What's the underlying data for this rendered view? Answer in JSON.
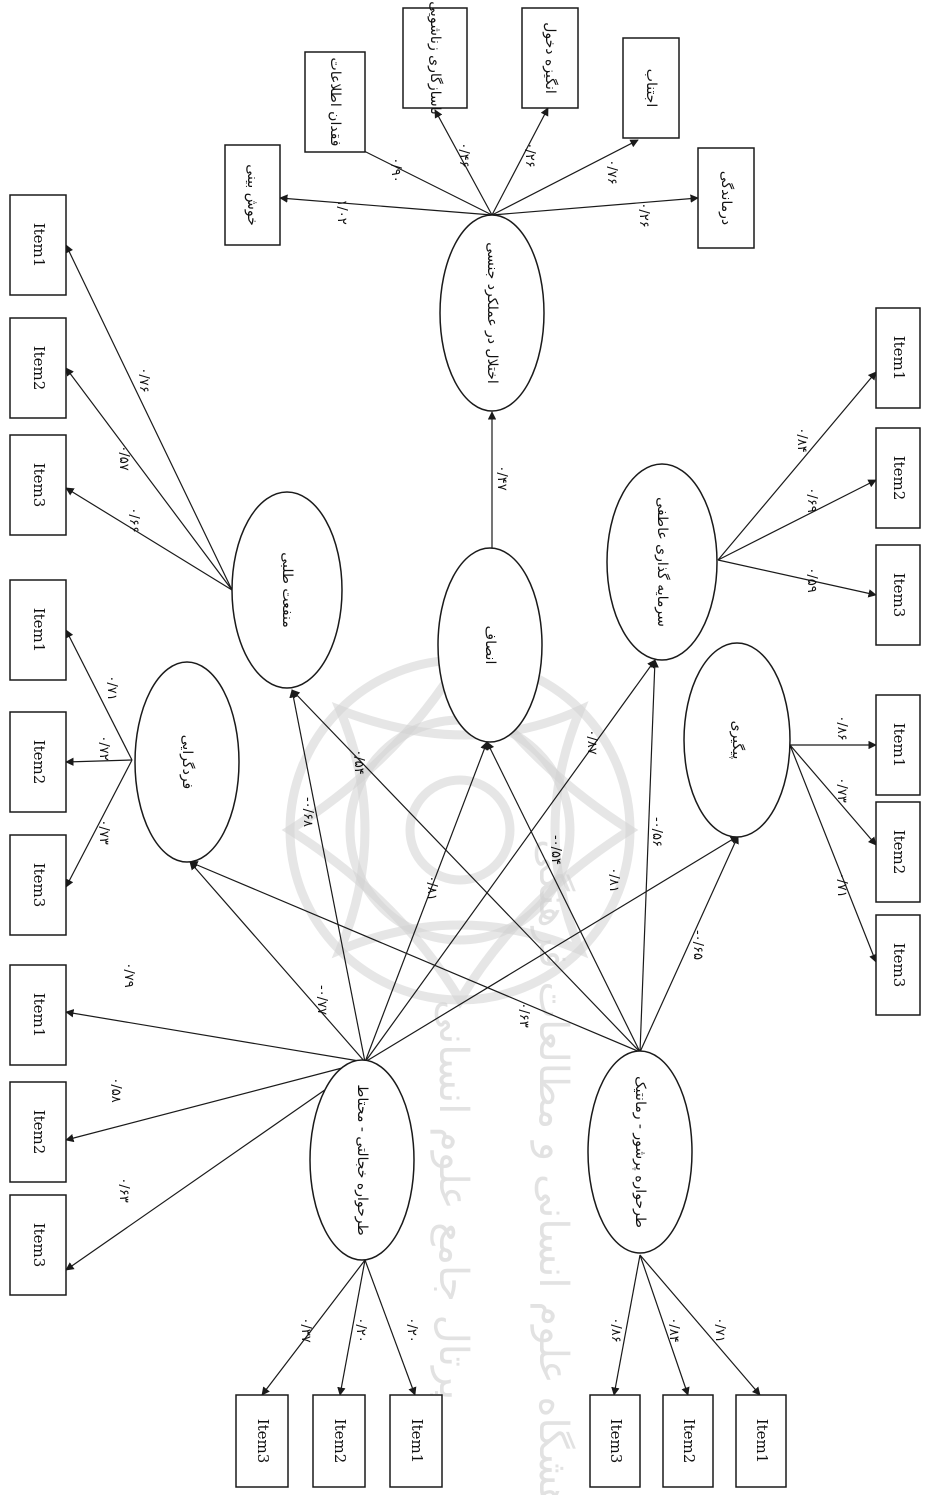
{
  "construct_nodes": {
    "sexual_dysfunction": "اختلال در عملکرد جنسی",
    "fairness": "انصاف",
    "self_interest": "منفعت طلبی",
    "individualism": "فردگرایی",
    "emotional_investment": "سرمایه گذاری عاطفی",
    "persistence": "پیگیری",
    "romantic_schema": "طرحواره پرشور - رمانتیک",
    "exploitative_schema": "طرحواره خجالتی - محتاط"
  },
  "sexual_indicator_boxes": {
    "pleasure": "خوش بینی",
    "info_lack": "فقدان اطلاعات",
    "dissatisfaction": "ناسازگاری زناشویی",
    "motivation": "انگیزه دخول",
    "avoidance": "اجتناب",
    "helplessness": "درماندگی"
  },
  "item_labels": [
    "Item1",
    "Item2",
    "Item3"
  ],
  "path_coefficients": {
    "sex_pleasure": "۱/۰۲",
    "sex_info": "۰/۹۰",
    "sex_dissat": "۰/۴۶",
    "sex_motiv": "۰/۲۶",
    "sex_avoid": "۰/۷۶",
    "sex_helpless": "۰/۲۶",
    "fair_sex": "۰/۴۷",
    "self_i1": "۰/۷۶",
    "self_i2": "۰/۵۷",
    "self_i3": "۰/۶۶",
    "ind_i1": "۰/۷۱",
    "ind_i2": "۰/۷۲",
    "ind_i3": "۰/۷۳",
    "emo_i1": "۰/۸۴",
    "emo_i2": "۰/۶۹",
    "emo_i3": "۰/۵۹",
    "pers_i1": "۰/۸۶",
    "pers_i2": "۰/۷۳",
    "pers_i3": "۰/۷۱",
    "ex_self": "-۰/۶۸",
    "rom_self": "۰/۵۴",
    "rom_fair": "-۰/۵۴",
    "ex_fair": "۰/۸۱",
    "rom_emo": "-۰/۵۶",
    "ex_emo": "۰/۸۷",
    "ex_pers": "۰/۸۱",
    "rom_pers": "-۰/۶۵",
    "ex_ind": "-۰/۷۷",
    "rom_ind": "۰/۶۳",
    "ex_li1": "۰/۷۹",
    "ex_li2": "۰/۵۸",
    "ex_li3": "۰/۶۳",
    "ex_b1": "۰/۲۰",
    "ex_b2": "۰/۲۰",
    "ex_b3": "۰/۳۷",
    "rom_b1": "۰/۷۱",
    "rom_b2": "۰/۸۴",
    "rom_b3": "۰/۸۶"
  },
  "watermark": {
    "line1": "پژوهشگاه علوم انسانی و مطالعات فرهنگی",
    "line2": "پرتال جامع علوم انسانی"
  }
}
